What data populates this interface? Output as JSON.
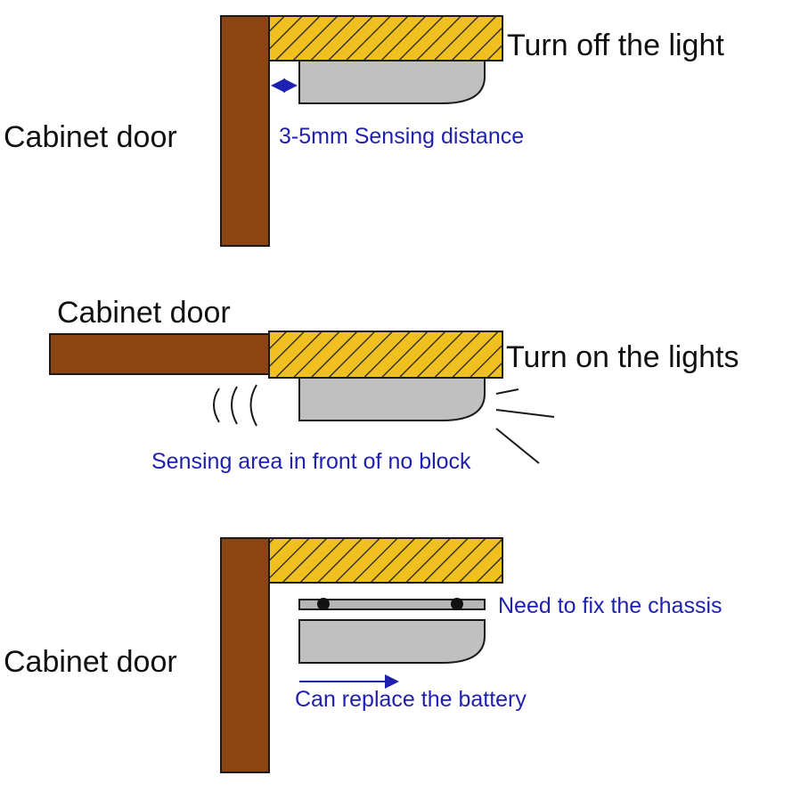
{
  "colors": {
    "door": "#8b4513",
    "shelf": "#f0c020",
    "hatch": "#1a1a1a",
    "light_body": "#c0c0c0",
    "label_blue": "#1f1fb0",
    "label_black": "#111111"
  },
  "panels": [
    {
      "door_label": "Cabinet door",
      "state_label": "Turn off the light",
      "note_label": "3-5mm Sensing distance"
    },
    {
      "door_label": "Cabinet door",
      "state_label": "Turn on the lights",
      "note_label": "Sensing area in front of no block"
    },
    {
      "door_label": "Cabinet door",
      "chassis_label": "Need to fix the chassis",
      "battery_label": "Can replace the battery"
    }
  ]
}
